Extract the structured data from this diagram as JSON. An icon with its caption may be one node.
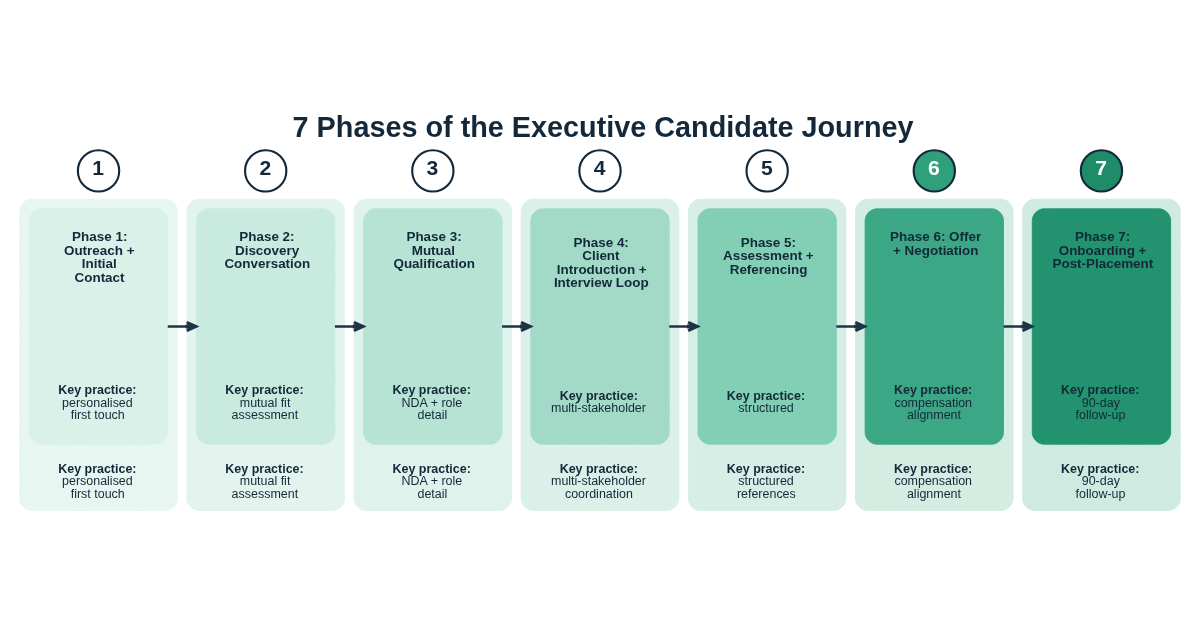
{
  "diagram": {
    "title": "7 Phases of the Executive Candidate Journey",
    "nodes": [
      {
        "text": [
          "1"
        ]
      },
      {
        "text": [
          "Key practice:",
          "personalised first touch"
        ]
      },
      {
        "text": [
          "Phase 1: Outreach + Initial Contact",
          "Key practice:",
          "personalised first touch"
        ],
        "in": 1
      },
      {
        "text": [
          "2"
        ]
      },
      {
        "text": [
          "Key practice:",
          "mutual fit assessment"
        ]
      },
      {
        "text": [
          "Phase 2: Discovery Conversation",
          "Key practice:",
          "mutual fit assessment"
        ],
        "in": 4
      },
      {
        "text": [
          "3"
        ]
      },
      {
        "text": [
          "Key practice:",
          "NDA + role detail"
        ]
      },
      {
        "text": [
          "Phase 3: Mutual Qualification",
          "Key practice:",
          "NDA + role detail"
        ],
        "in": 7
      },
      {
        "text": [
          "4"
        ]
      },
      {
        "text": [
          "Key practice:",
          "multi-stakeholder coordination"
        ]
      },
      {
        "text": [
          "Phase 4: Client Introduction + Interview Loop",
          "Key practice:",
          "multi-stakeholder"
        ],
        "in": 10
      },
      {
        "text": [
          "5"
        ]
      },
      {
        "text": [
          "Key practice:",
          "structured references"
        ]
      },
      {
        "text": [
          "Phase 5: Assessment + Referencing",
          "Key practice:",
          "structured"
        ],
        "in": 13
      },
      {
        "text": [
          "6"
        ]
      },
      {
        "text": [
          "Key practice:",
          "compensation alignment"
        ]
      },
      {
        "text": [
          "Phase 6: Offer + Negotiation",
          "Key practice:",
          "compensation alignment"
        ],
        "in": 16
      },
      {
        "text": [
          "7"
        ]
      },
      {
        "text": [
          "Key practice:",
          "90-day follow-up"
        ]
      },
      {
        "text": [
          "Phase 7: Onboarding + Post-Placement",
          "Key practice:",
          "90-day follow-up"
        ],
        "in": 19
      }
    ],
    "edges": [
      {
        "from": 2,
        "to": 5,
        "arrow": "to"
      },
      {
        "from": 5,
        "to": 8,
        "arrow": "to"
      },
      {
        "from": 8,
        "to": 11,
        "arrow": "to"
      },
      {
        "from": 11,
        "to": 14,
        "arrow": "to"
      },
      {
        "from": 14,
        "to": 17,
        "arrow": "to"
      },
      {
        "from": 17,
        "to": 20,
        "arrow": "to"
      }
    ]
  }
}
